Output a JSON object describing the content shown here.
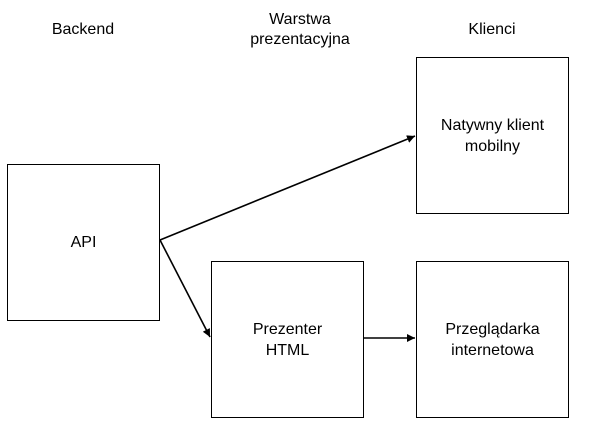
{
  "columns": {
    "backend": "Backend",
    "presentation_line1": "Warstwa",
    "presentation_line2": "prezentacyjna",
    "clients": "Klienci"
  },
  "nodes": {
    "api": {
      "line1": "API"
    },
    "mobile": {
      "line1": "Natywny klient",
      "line2": "mobilny"
    },
    "presenter": {
      "line1": "Prezenter",
      "line2": "HTML"
    },
    "browser": {
      "line1": "Przeglądarka",
      "line2": "internetowa"
    }
  },
  "edges": [
    {
      "from": "api",
      "to": "mobile"
    },
    {
      "from": "api",
      "to": "presenter"
    },
    {
      "from": "presenter",
      "to": "browser"
    }
  ],
  "colors": {
    "stroke": "#000000",
    "background": "#ffffff"
  }
}
